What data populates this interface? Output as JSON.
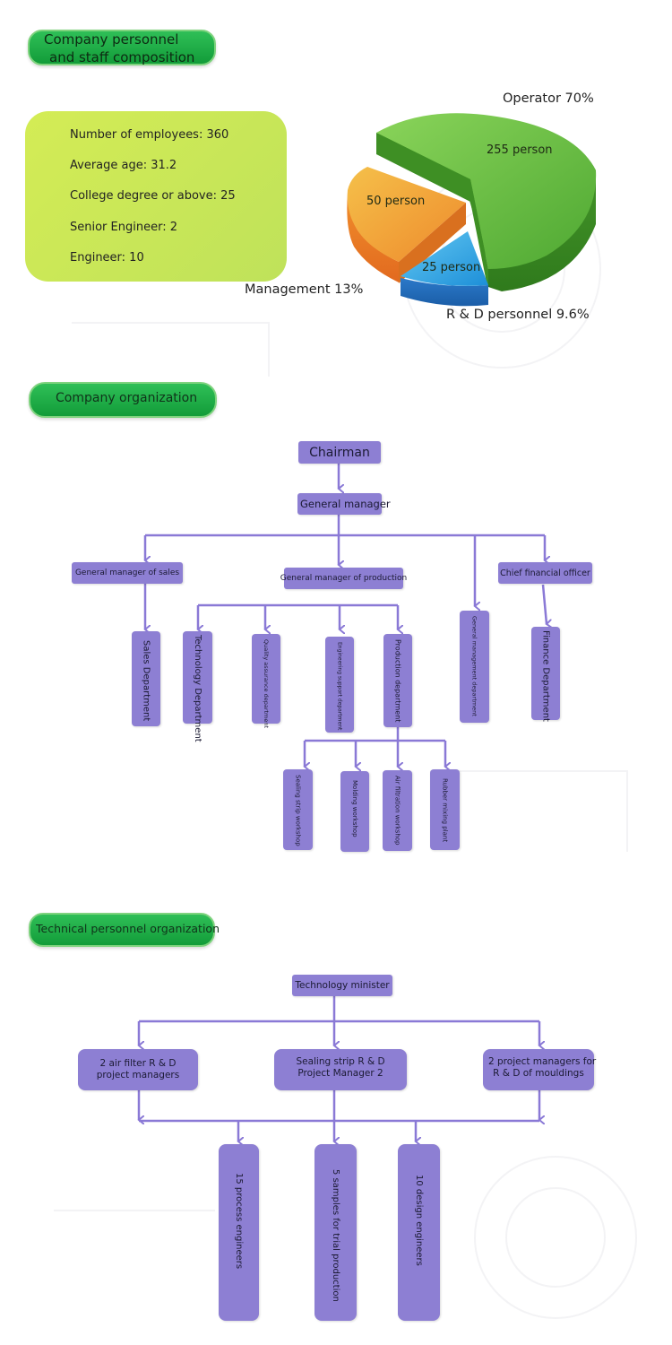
{
  "section1": {
    "title_line1": "Company personnel",
    "title_line2": "and staff composition"
  },
  "stats": [
    "Number of employees: 360",
    "Average age: 31.2",
    "College degree or above: 25",
    "Senior Engineer: 2",
    "Engineer: 10"
  ],
  "chart_data": {
    "type": "pie",
    "slices": [
      {
        "label": "Operator 70%",
        "value": 70,
        "count_label": "255 person",
        "color": "#63bf3e"
      },
      {
        "label": "Management 13%",
        "value": 13,
        "count_label": "50 person",
        "color": "#f49a30"
      },
      {
        "label": "R & D personnel 9.6%",
        "value": 9.6,
        "count_label": "25 person",
        "color": "#2aa3e3"
      }
    ]
  },
  "section2": {
    "title": "Company organization"
  },
  "org": {
    "chairman": "Chairman",
    "general_manager": "General manager",
    "gm_sales": "General manager of sales",
    "gm_production": "General manager of production",
    "cfo": "Chief financial officer",
    "sales_dept": "Sales Department",
    "tech_dept": "Technology Department",
    "qa_dept": "Quality assurance department",
    "eng_support": "Engineering support department",
    "production_dept": "Production department",
    "general_mgmt": "General management department",
    "finance_dept": "Finance Department",
    "sealing_ws": "Sealing strip workshop",
    "molding_ws": "Molding workshop",
    "air_ws": "Air filtration workshop",
    "rubber_plant": "Rubber mixing plant"
  },
  "section3": {
    "title": "Technical personnel organization"
  },
  "tech": {
    "minister": "Technology minister",
    "air_filter_l1": "2 air filter R & D",
    "air_filter_l2": "project managers",
    "sealing_l1": "Sealing strip R & D",
    "sealing_l2": "Project Manager 2",
    "mould_l1": "2 project managers for",
    "mould_l2": "R & D of mouldings",
    "process_eng": "15 process engineers",
    "samples": "5 samples for trial production",
    "design_eng": "10 design engineers"
  },
  "colors": {
    "tag_green": "#1fae45",
    "box_purple": "#8d7fd3",
    "line_purple": "#8a79d6",
    "stats_green": "#c9e85a"
  }
}
